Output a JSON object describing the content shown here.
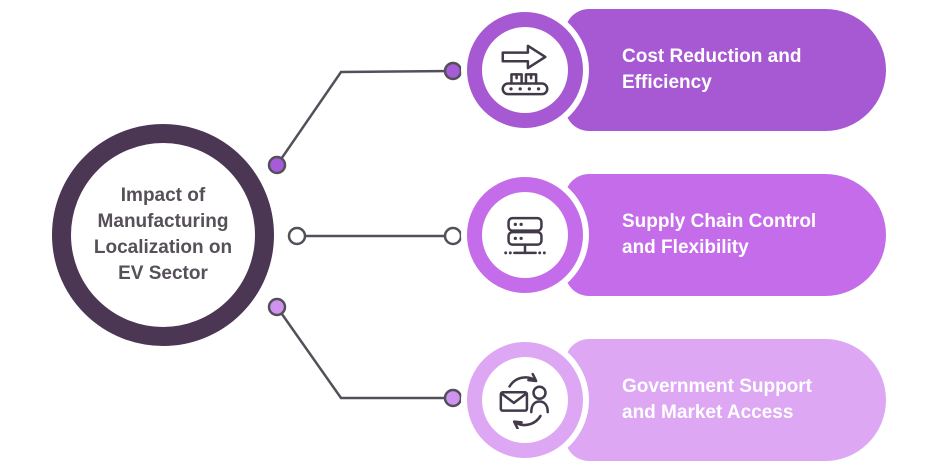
{
  "title": {
    "full": "Impact of Manufacturing Localization on EV Sector",
    "lines": [
      "Impact of",
      "Manufacturing",
      "Localization on",
      "EV Sector"
    ]
  },
  "items": [
    {
      "label": "Cost Reduction and Efficiency",
      "line1": "Cost Reduction and",
      "line2": "Efficiency",
      "icon": "conveyor-belt-icon",
      "color": "#a758d3",
      "dot_color": "#a65cd8"
    },
    {
      "label": "Supply Chain Control and Flexibility",
      "line1": "Supply Chain Control",
      "line2": "and Flexibility",
      "icon": "server-rack-icon",
      "color": "#c46ce9",
      "dot_color": "#ffffff"
    },
    {
      "label": "Government Support and Market Access",
      "line1": "Government Support",
      "line2": "and Market Access",
      "icon": "mail-contact-sync-icon",
      "color": "#dda7f3",
      "dot_color": "#cf93ef"
    }
  ],
  "colors": {
    "hub_ring": "#4b3654",
    "hub_text": "#565059",
    "item_text": "#ffffff",
    "connector": "#54505a",
    "icon_stroke": "#42394a",
    "background": "#ffffff"
  }
}
